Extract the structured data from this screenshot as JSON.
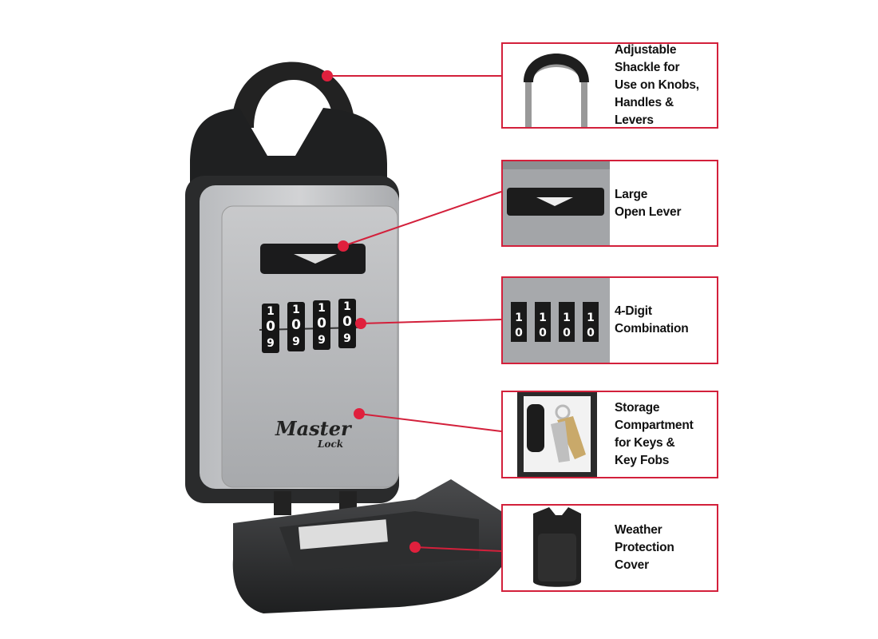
{
  "brand": {
    "logo_line1": "Master",
    "logo_line2": "Lock"
  },
  "dial_digits": [
    "1",
    "0",
    "9"
  ],
  "accent_color": "#d3203b",
  "callouts": [
    {
      "id": "shackle",
      "lines": [
        "Adjustable",
        "Shackle for",
        "Use on Knobs,",
        "Handles & Levers"
      ]
    },
    {
      "id": "lever",
      "lines": [
        "Large",
        "Open Lever"
      ]
    },
    {
      "id": "combination",
      "lines": [
        "4-Digit",
        "Combination"
      ]
    },
    {
      "id": "storage",
      "lines": [
        "Storage",
        "Compartment",
        "for Keys &",
        "Key Fobs"
      ]
    },
    {
      "id": "cover",
      "lines": [
        "Weather",
        "Protection",
        "Cover"
      ]
    }
  ]
}
